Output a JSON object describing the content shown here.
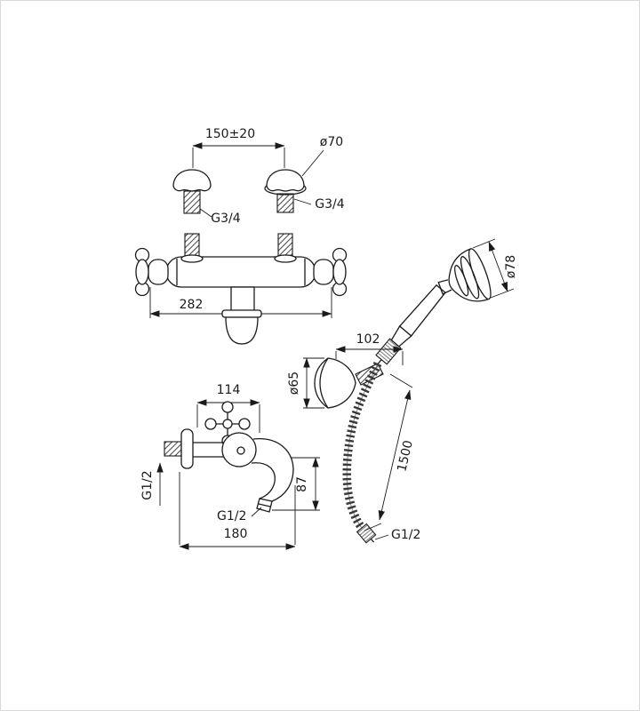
{
  "canvas": {
    "background": "#ffffff",
    "line_color": "#1a1a1a",
    "hose_color": "#3a3a3a",
    "border_color": "#d9d9d9"
  },
  "dimensions": {
    "top_span": "150±20",
    "flange_diameter": "ø70",
    "thread_top_left": "G3/4",
    "thread_top_right": "G3/4",
    "body_width": "282",
    "head_diameter": "ø78",
    "bracket_offset": "102",
    "bracket_diameter": "ø65",
    "hose_length": "1500",
    "hose_thread": "G1/2",
    "spout_projection": "114",
    "wall_thread": "G1/2",
    "spout_drop": "87",
    "spout_thread": "G1/2",
    "spout_span": "180"
  }
}
